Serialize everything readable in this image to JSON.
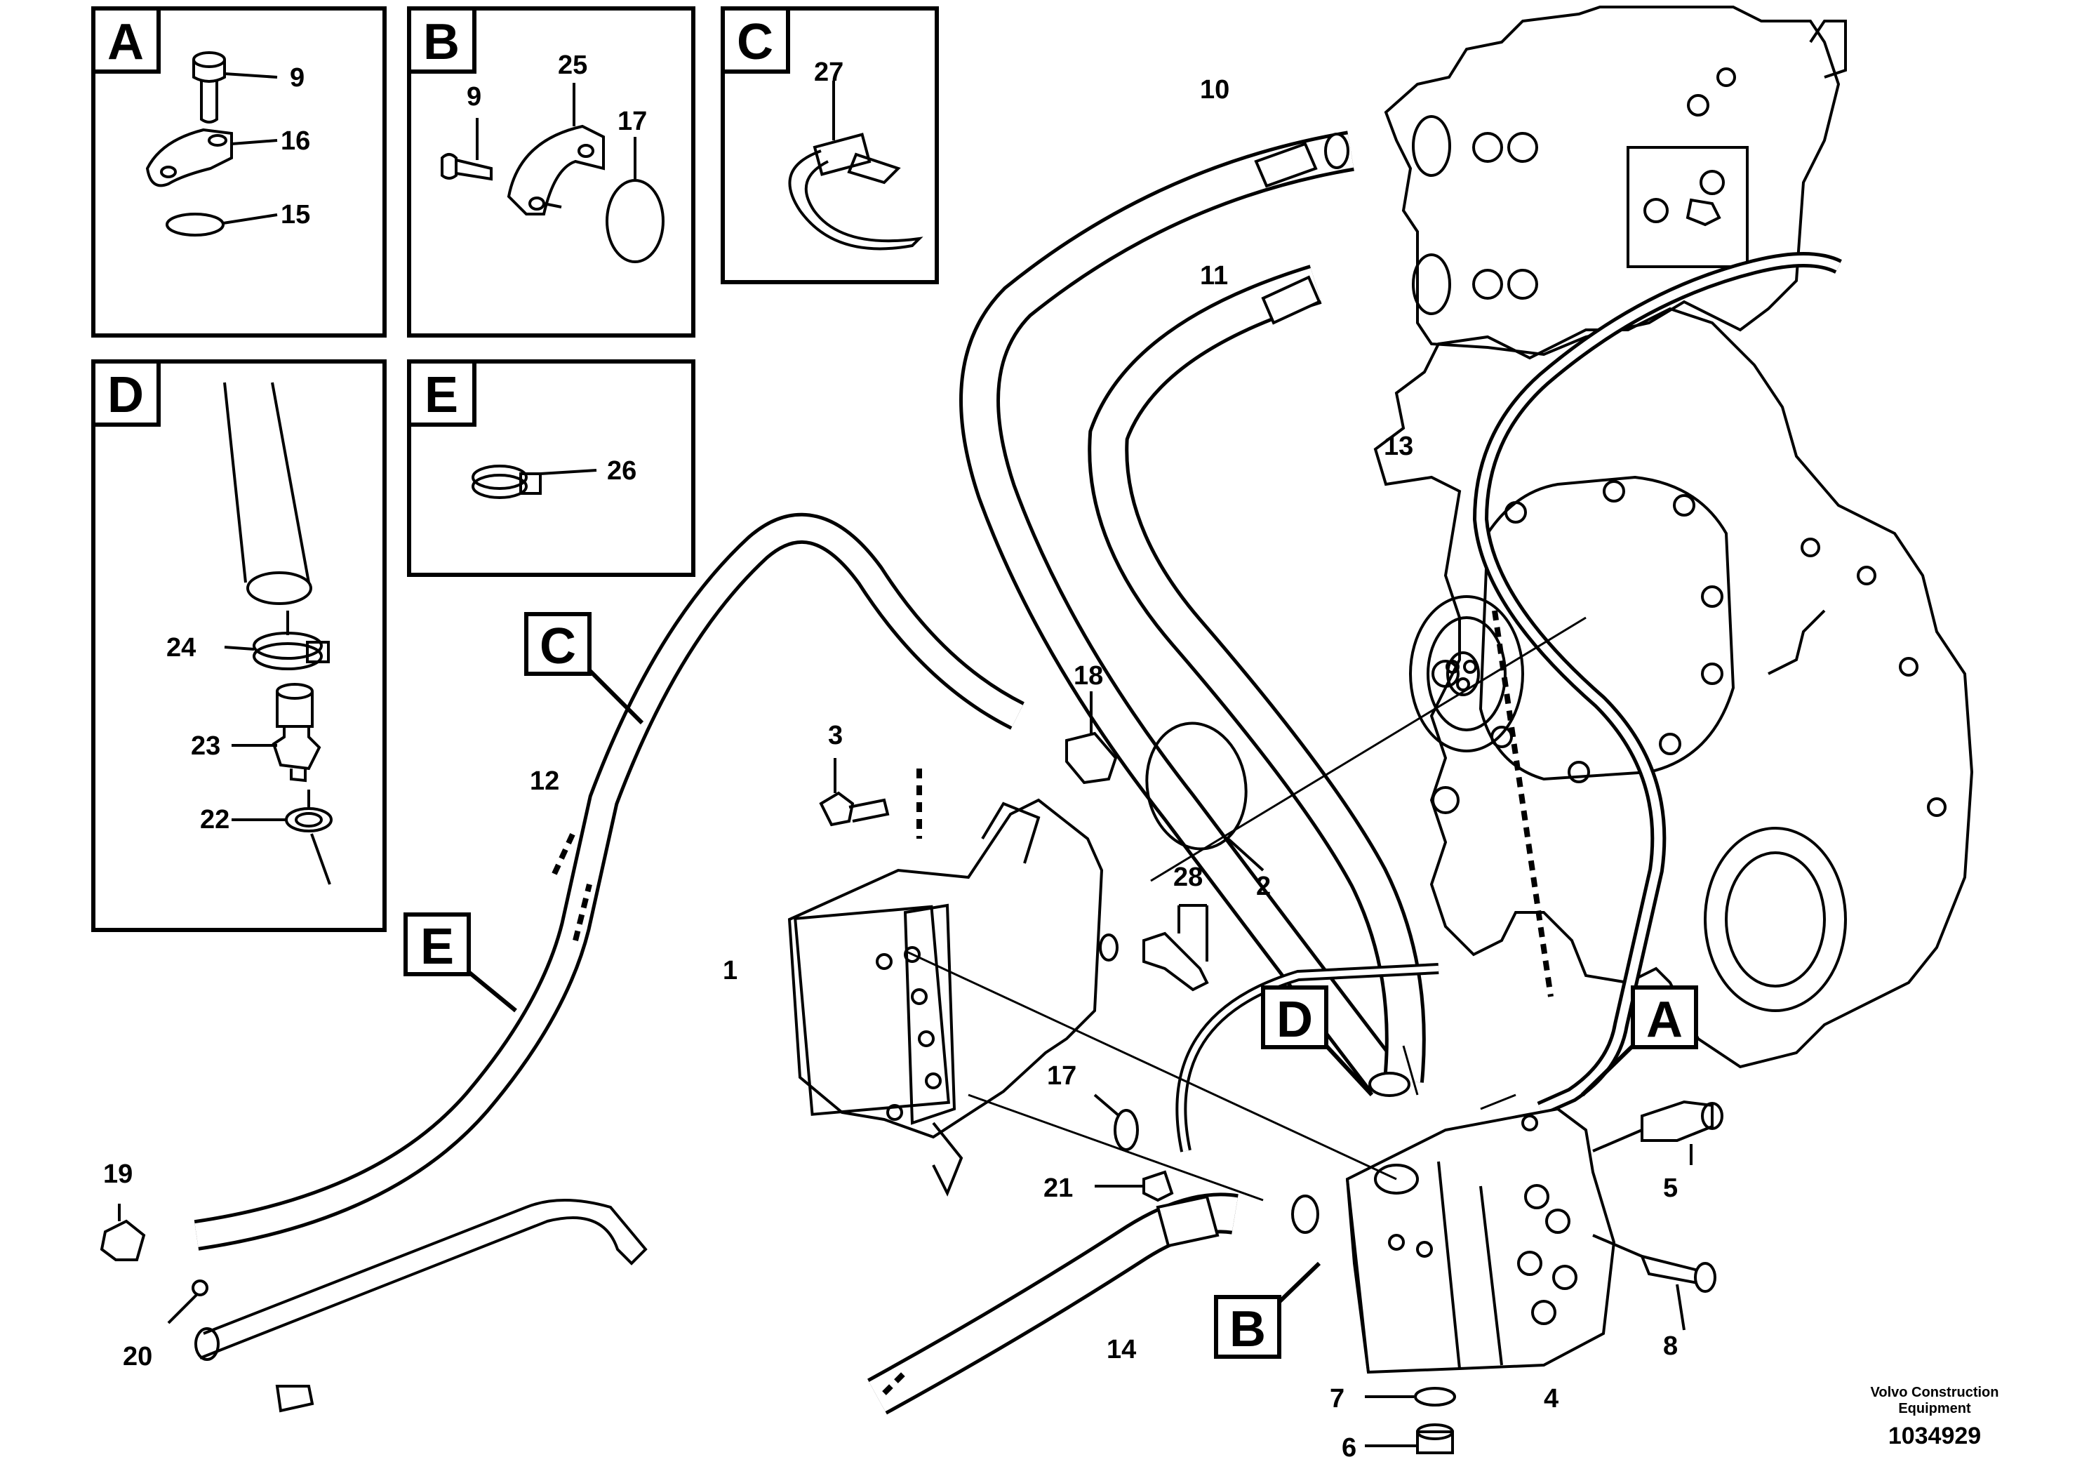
{
  "inset_boxes": [
    {
      "letter": "A"
    },
    {
      "letter": "B"
    },
    {
      "letter": "C"
    },
    {
      "letter": "D"
    },
    {
      "letter": "E"
    }
  ],
  "callout_flags": [
    {
      "letter": "C"
    },
    {
      "letter": "E"
    },
    {
      "letter": "D"
    },
    {
      "letter": "A"
    },
    {
      "letter": "B"
    }
  ],
  "part_labels": [
    "9",
    "16",
    "15",
    "9",
    "25",
    "17",
    "27",
    "24",
    "23",
    "22",
    "26",
    "10",
    "11",
    "13",
    "12",
    "18",
    "3",
    "2",
    "28",
    "1",
    "17",
    "21",
    "19",
    "20",
    "14",
    "5",
    "8",
    "4",
    "7",
    "6"
  ],
  "footer": {
    "credit_line1": "Volvo Construction",
    "credit_line2": "Equipment",
    "drawing_number": "1034929"
  }
}
